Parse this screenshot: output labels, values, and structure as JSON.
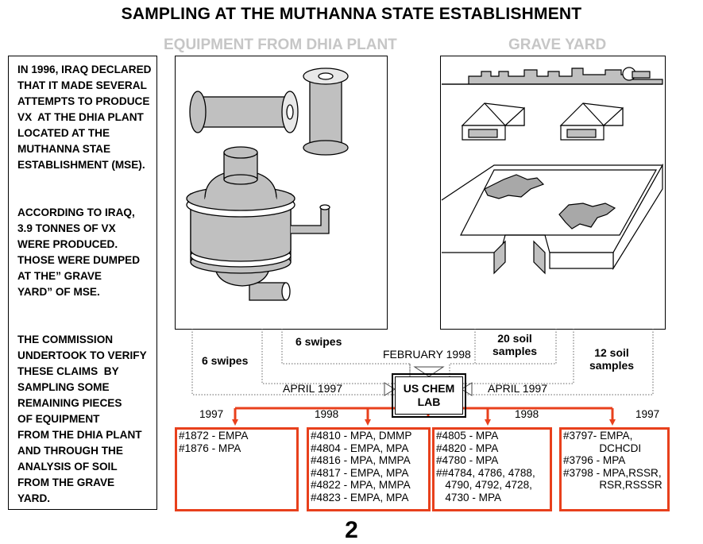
{
  "title": "SAMPLING AT THE MUTHANNA STATE ESTABLISHMENT",
  "equipment_heading": "EQUIPMENT FROM DHIA PLANT",
  "graveyard_heading": "GRAVE YARD",
  "left_paragraphs": [
    "IN 1996, IRAQ DECLARED\nTHAT IT MADE SEVERAL\nATTEMPTS TO PRODUCE\nVX  AT THE DHIA PLANT\nLOCATED AT THE\nMUTHANNA STAE\nESTABLISHMENT (MSE).",
    "ACCORDING TO IRAQ,\n3.9 TONNES OF VX\nWERE PRODUCED.\nTHOSE WERE DUMPED\nAT THE” GRAVE\nYARD” OF MSE.",
    "THE COMMISSION\nUNDERTOOK TO VERIFY\nTHESE CLAIMS  BY\nSAMPLING SOME\nREMAINING PIECES\nOF EQUIPMENT\nFROM THE DHIA PLANT\nAND THROUGH THE\nANALYSIS OF SOIL\nFROM THE GRAVE\nYARD."
  ],
  "flow_labels": {
    "swipes_left": "6  swipes",
    "swipes_inner": "6 swipes",
    "soil_inner": "20 soil\nsamples",
    "soil_right": "12 soil\nsamples",
    "feb_1998": "FEBRUARY 1998",
    "april_left": "APRIL 1997",
    "april_right": "APRIL 1997"
  },
  "lab_label": "US CHEM\nLAB",
  "results": [
    {
      "year": "1997",
      "lines": [
        "#1872 - EMPA",
        "#1876 - MPA"
      ]
    },
    {
      "year": "1998",
      "lines": [
        "#4810 - MPA, DMMP",
        "#4804 - EMPA, MPA",
        "#4816 - MPA, MMPA",
        "#4817 - EMPA, MPA",
        "#4822 - MPA, MMPA",
        "#4823 - EMPA, MPA"
      ]
    },
    {
      "year": "1998",
      "lines": [
        "#4805 - MPA",
        "#4820 - MPA",
        "#4780 - MPA",
        "##4784, 4786, 4788,",
        "   4790, 4792, 4728,",
        "   4730 - MPA"
      ]
    },
    {
      "year": "1997",
      "lines": [
        "#3797- EMPA,",
        "            DCHCDI",
        "#3796 - MPA",
        "#3798 - MPA,RSSR,",
        "            RSR,RSSSR"
      ]
    }
  ],
  "page_number": "2",
  "colors": {
    "arrow": "#e8401c",
    "equipment": "#c0c0c0",
    "heading_grey": "#c6c6c6"
  }
}
